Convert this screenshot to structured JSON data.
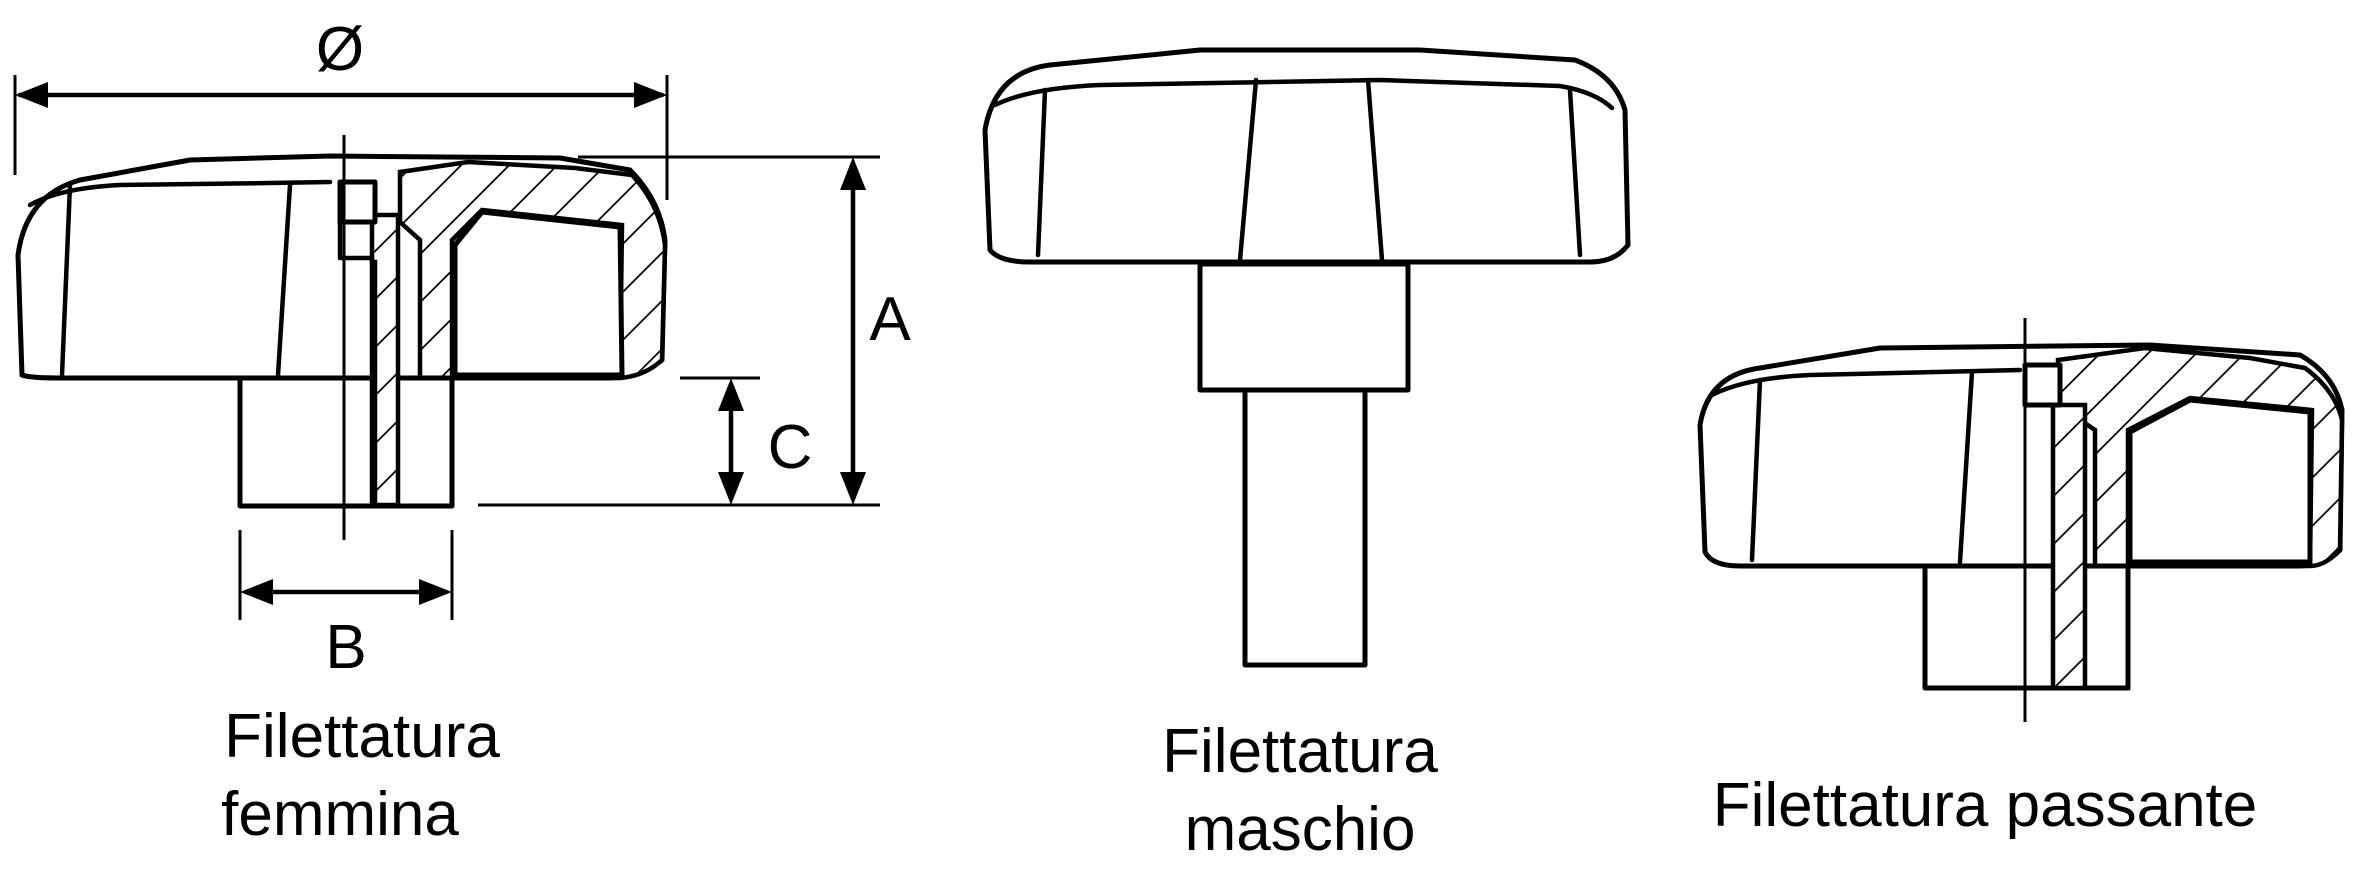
{
  "dimension_labels": {
    "diameter": "Ø",
    "height_total": "A",
    "bore": "B",
    "hub_height": "C"
  },
  "captions": {
    "female": {
      "line1": "Filettatura",
      "line2": "femmina"
    },
    "male": {
      "line1": "Filettatura",
      "line2": "maschio"
    },
    "through": {
      "line1": "Filettatura passante"
    }
  },
  "colors": {
    "line": "#000000",
    "background": "#ffffff"
  }
}
